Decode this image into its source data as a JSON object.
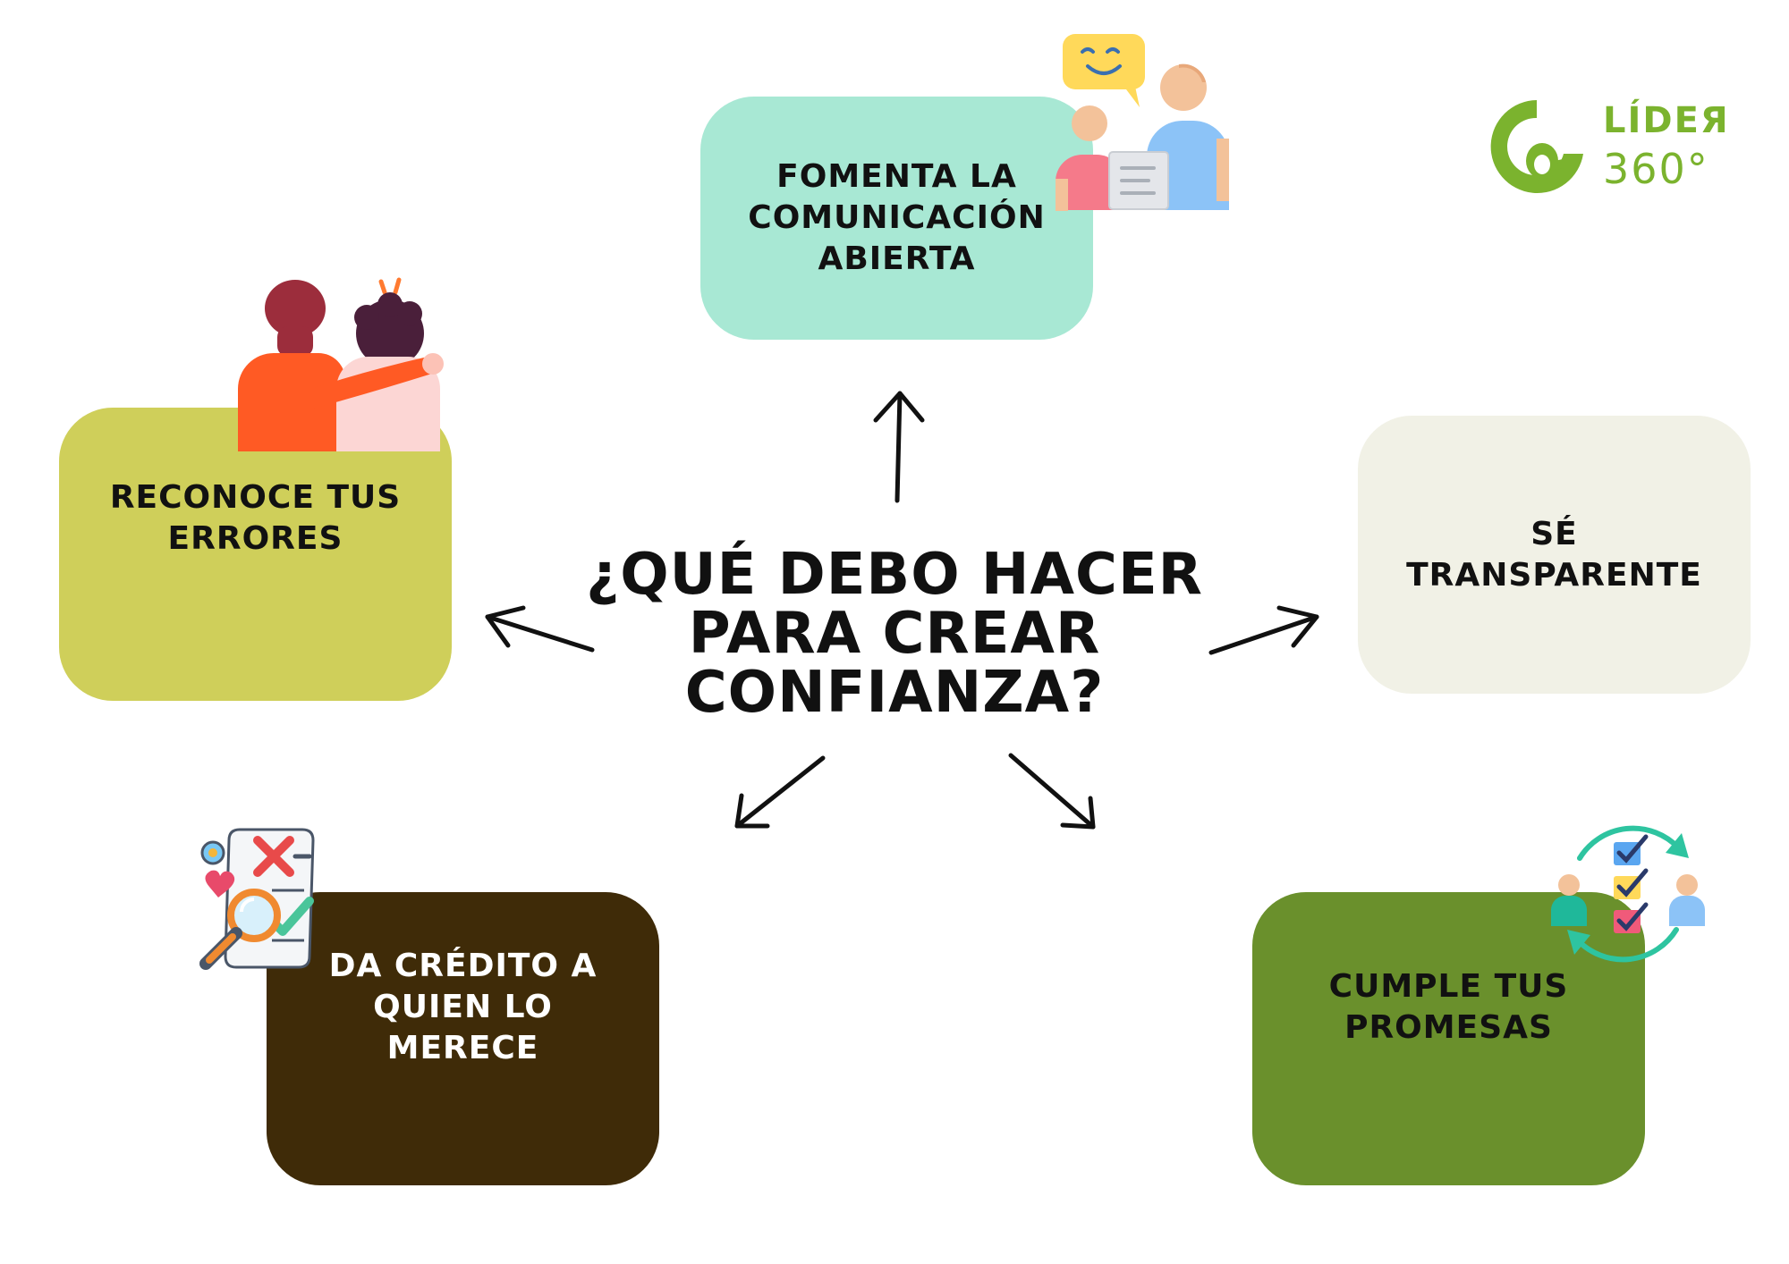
{
  "title": "¿QUÉ  DEBO HACER\nPARA CREAR\nCONFIANZA?",
  "cards": {
    "top": {
      "text": "FOMENTA LA\nCOMUNICACIÓN\nABIERTA",
      "bg": "#a8e8d4",
      "color": "#111111"
    },
    "left": {
      "text": "RECONOCE TUS\nERRORES",
      "bg": "#cfcf5a",
      "color": "#111111"
    },
    "right": {
      "text": "SÉ TRANSPARENTE",
      "bg": "#f1f1e6",
      "color": "#111111"
    },
    "bottom_left": {
      "text": "DA CRÉDITO A\nQUIEN LO MERECE",
      "bg": "#3f2b08",
      "color": "#ffffff"
    },
    "bottom_right": {
      "text": "CUMPLE TUS\nPROMESAS",
      "bg": "#6a902c",
      "color": "#111111"
    }
  },
  "logo": {
    "line1": "LÍDEЯ",
    "line2": "360°",
    "color": "#7bb32e"
  },
  "icons": {
    "top": "conversation-people-icon",
    "left": "friends-hug-icon",
    "bottom_left": "document-review-icon",
    "bottom_right": "shared-checklist-icon"
  }
}
